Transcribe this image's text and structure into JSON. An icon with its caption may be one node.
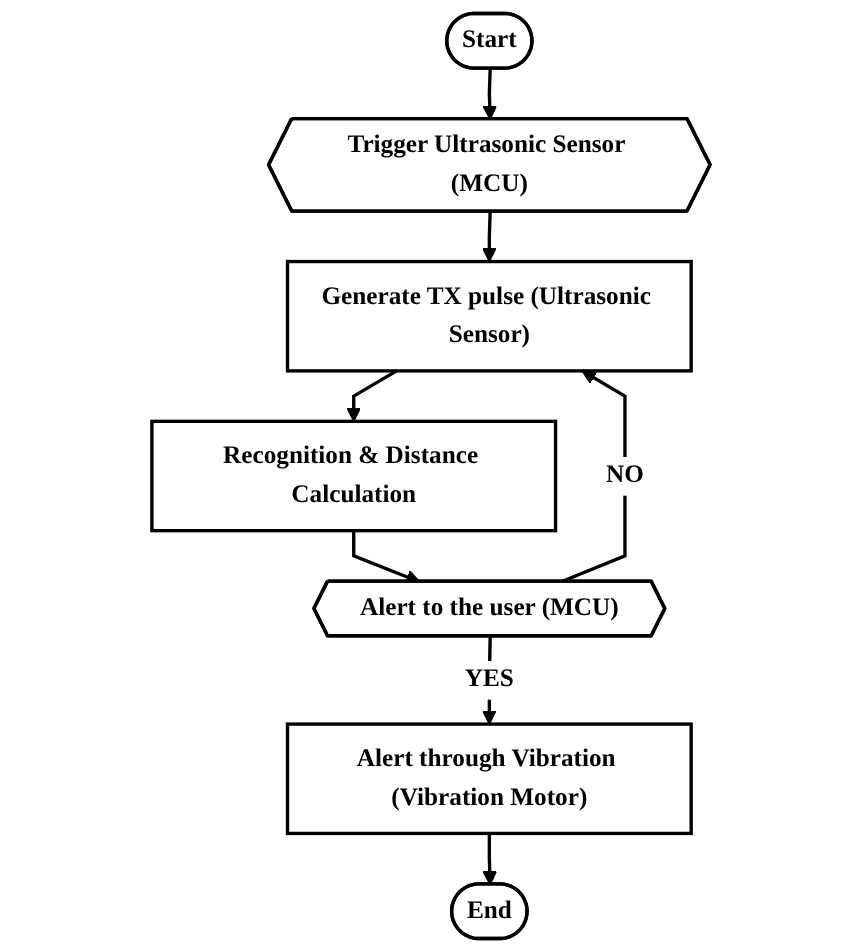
{
  "diagram": {
    "nodes": [
      {
        "text": [
          "Start"
        ]
      },
      {
        "text": [
          "Trigger Ultrasonic Sensor (MCU)"
        ]
      },
      {
        "text": [
          "Generate TX pulse (Ultrasonic Sensor)"
        ]
      },
      {
        "text": [
          "Recognition & Distance Calculation"
        ]
      },
      {
        "text": [
          "Alert to the user (MCU)"
        ]
      },
      {
        "text": [
          "Alert through Vibration (Vibration Motor)"
        ]
      },
      {
        "text": [
          "End"
        ]
      }
    ],
    "edges": [
      {
        "from": 0,
        "to": 1,
        "arrow": "to"
      },
      {
        "from": 1,
        "to": 2,
        "arrow": "to"
      },
      {
        "from": 2,
        "to": 3,
        "arrow": "to"
      },
      {
        "from": 3,
        "to": 4,
        "arrow": "to"
      },
      {
        "from": 4,
        "to": 5,
        "arrow": "to",
        "label": "YES"
      },
      {
        "from": 4,
        "to": 2,
        "arrow": "to",
        "label": "NO"
      },
      {
        "from": 5,
        "to": 6,
        "arrow": "to"
      }
    ]
  }
}
